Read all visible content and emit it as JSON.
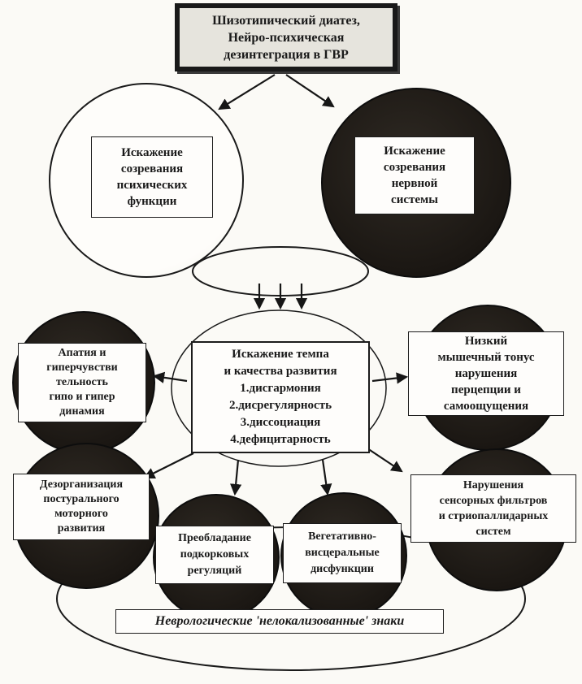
{
  "colors": {
    "ink": "#1a1a1a",
    "paper": "#fbfaf6",
    "dark_fill": "#1b1713",
    "title_fill": "#e6e4dd"
  },
  "nodes": {
    "title": {
      "text": "Шизотипический диатез,\nНейро-психическая\nдезинтеграция в ГВР"
    },
    "maturation_psychic": {
      "text": "Искажение\nсозревания\nпсихических\nфункции"
    },
    "maturation_nervous": {
      "text": "Искажение\nсозревания\nнервной\nсистемы"
    },
    "center": {
      "text": "Искажение темпа\nи качества развития\n1.дисгармония\n2.дисрегулярность\n3.диссоциация\n4.дефицитарность"
    },
    "apathy": {
      "text": "Апатия и\nгиперчувстви\nтельность\nгипо и гипер\nдинамия"
    },
    "low_tone": {
      "text": "Низкий\nмышечный тонус\nнарушения\nперцепции и\nсамоощущения"
    },
    "postural": {
      "text": "Дезорганизация\nпостурального\nмоторного\nразвития"
    },
    "subcortical": {
      "text": "Преобладание\nподкорковых\nрегуляций"
    },
    "vegetative": {
      "text": "Вегетативно-\nвисцеральные\nдисфункции"
    },
    "sensory_filters": {
      "text": "Нарушения\nсенсорных фильтров\nи стриопаллидарных\nсистем"
    },
    "neurological_signs": {
      "text": "Неврологические 'нелокализованные' знаки"
    }
  }
}
